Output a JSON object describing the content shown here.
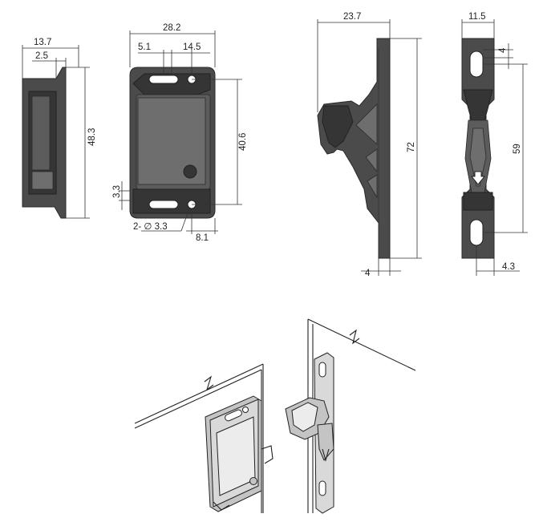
{
  "dimensions": {
    "side_view": {
      "overall_depth": "13.7",
      "lip": "2.5",
      "height": "48.3"
    },
    "front_view": {
      "width": "28.2",
      "slot_offset": "5.1",
      "hole_spacing": "14.5",
      "screw_spacing": "40.6",
      "edge_offset": "3.3",
      "hole_callout": "2- ∅ 3.3",
      "hole_offset": "8.1"
    },
    "strike_side_view": {
      "depth": "23.7",
      "height": "72",
      "plate_thickness": "4"
    },
    "strike_front_view": {
      "width": "11.5",
      "slot_width": "4",
      "slot_spacing": "59",
      "edge_offset": "4.3"
    }
  },
  "colors": {
    "part": "#4b4b4b",
    "line": "#333333",
    "iso_fill": "#d9d9d9"
  }
}
